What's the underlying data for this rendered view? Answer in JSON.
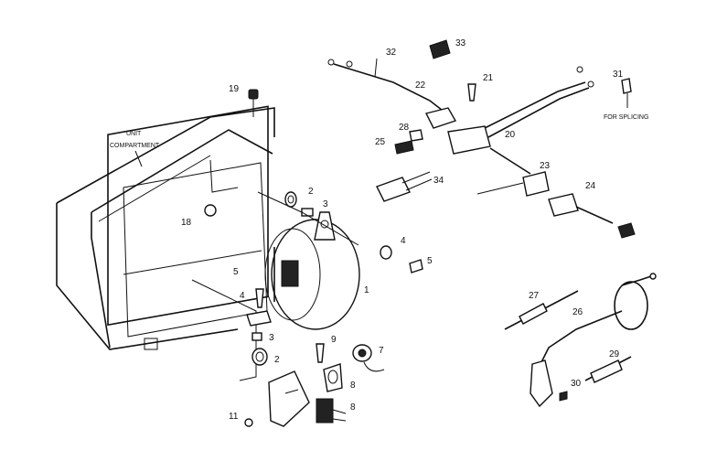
{
  "labels": {
    "unit_compartment_line1": "UNIT",
    "unit_compartment_line2": "COMPARTMENT",
    "for_splicing": "FOR SPLICING"
  },
  "callouts": {
    "c1": "1",
    "c2a": "2",
    "c2b": "2",
    "c3a": "3",
    "c3b": "3",
    "c4a": "4",
    "c4b": "4",
    "c5a": "5",
    "c5b": "5",
    "c7": "7",
    "c8": "8",
    "c8b": "8",
    "c9": "9",
    "c11": "11",
    "c18": "18",
    "c19": "19",
    "c20": "20",
    "c21": "21",
    "c22": "22",
    "c23": "23",
    "c24": "24",
    "c25": "25",
    "c26": "26",
    "c27": "27",
    "c28": "28",
    "c29": "29",
    "c30": "30",
    "c31": "31",
    "c32": "32",
    "c33": "33",
    "c34": "34"
  }
}
